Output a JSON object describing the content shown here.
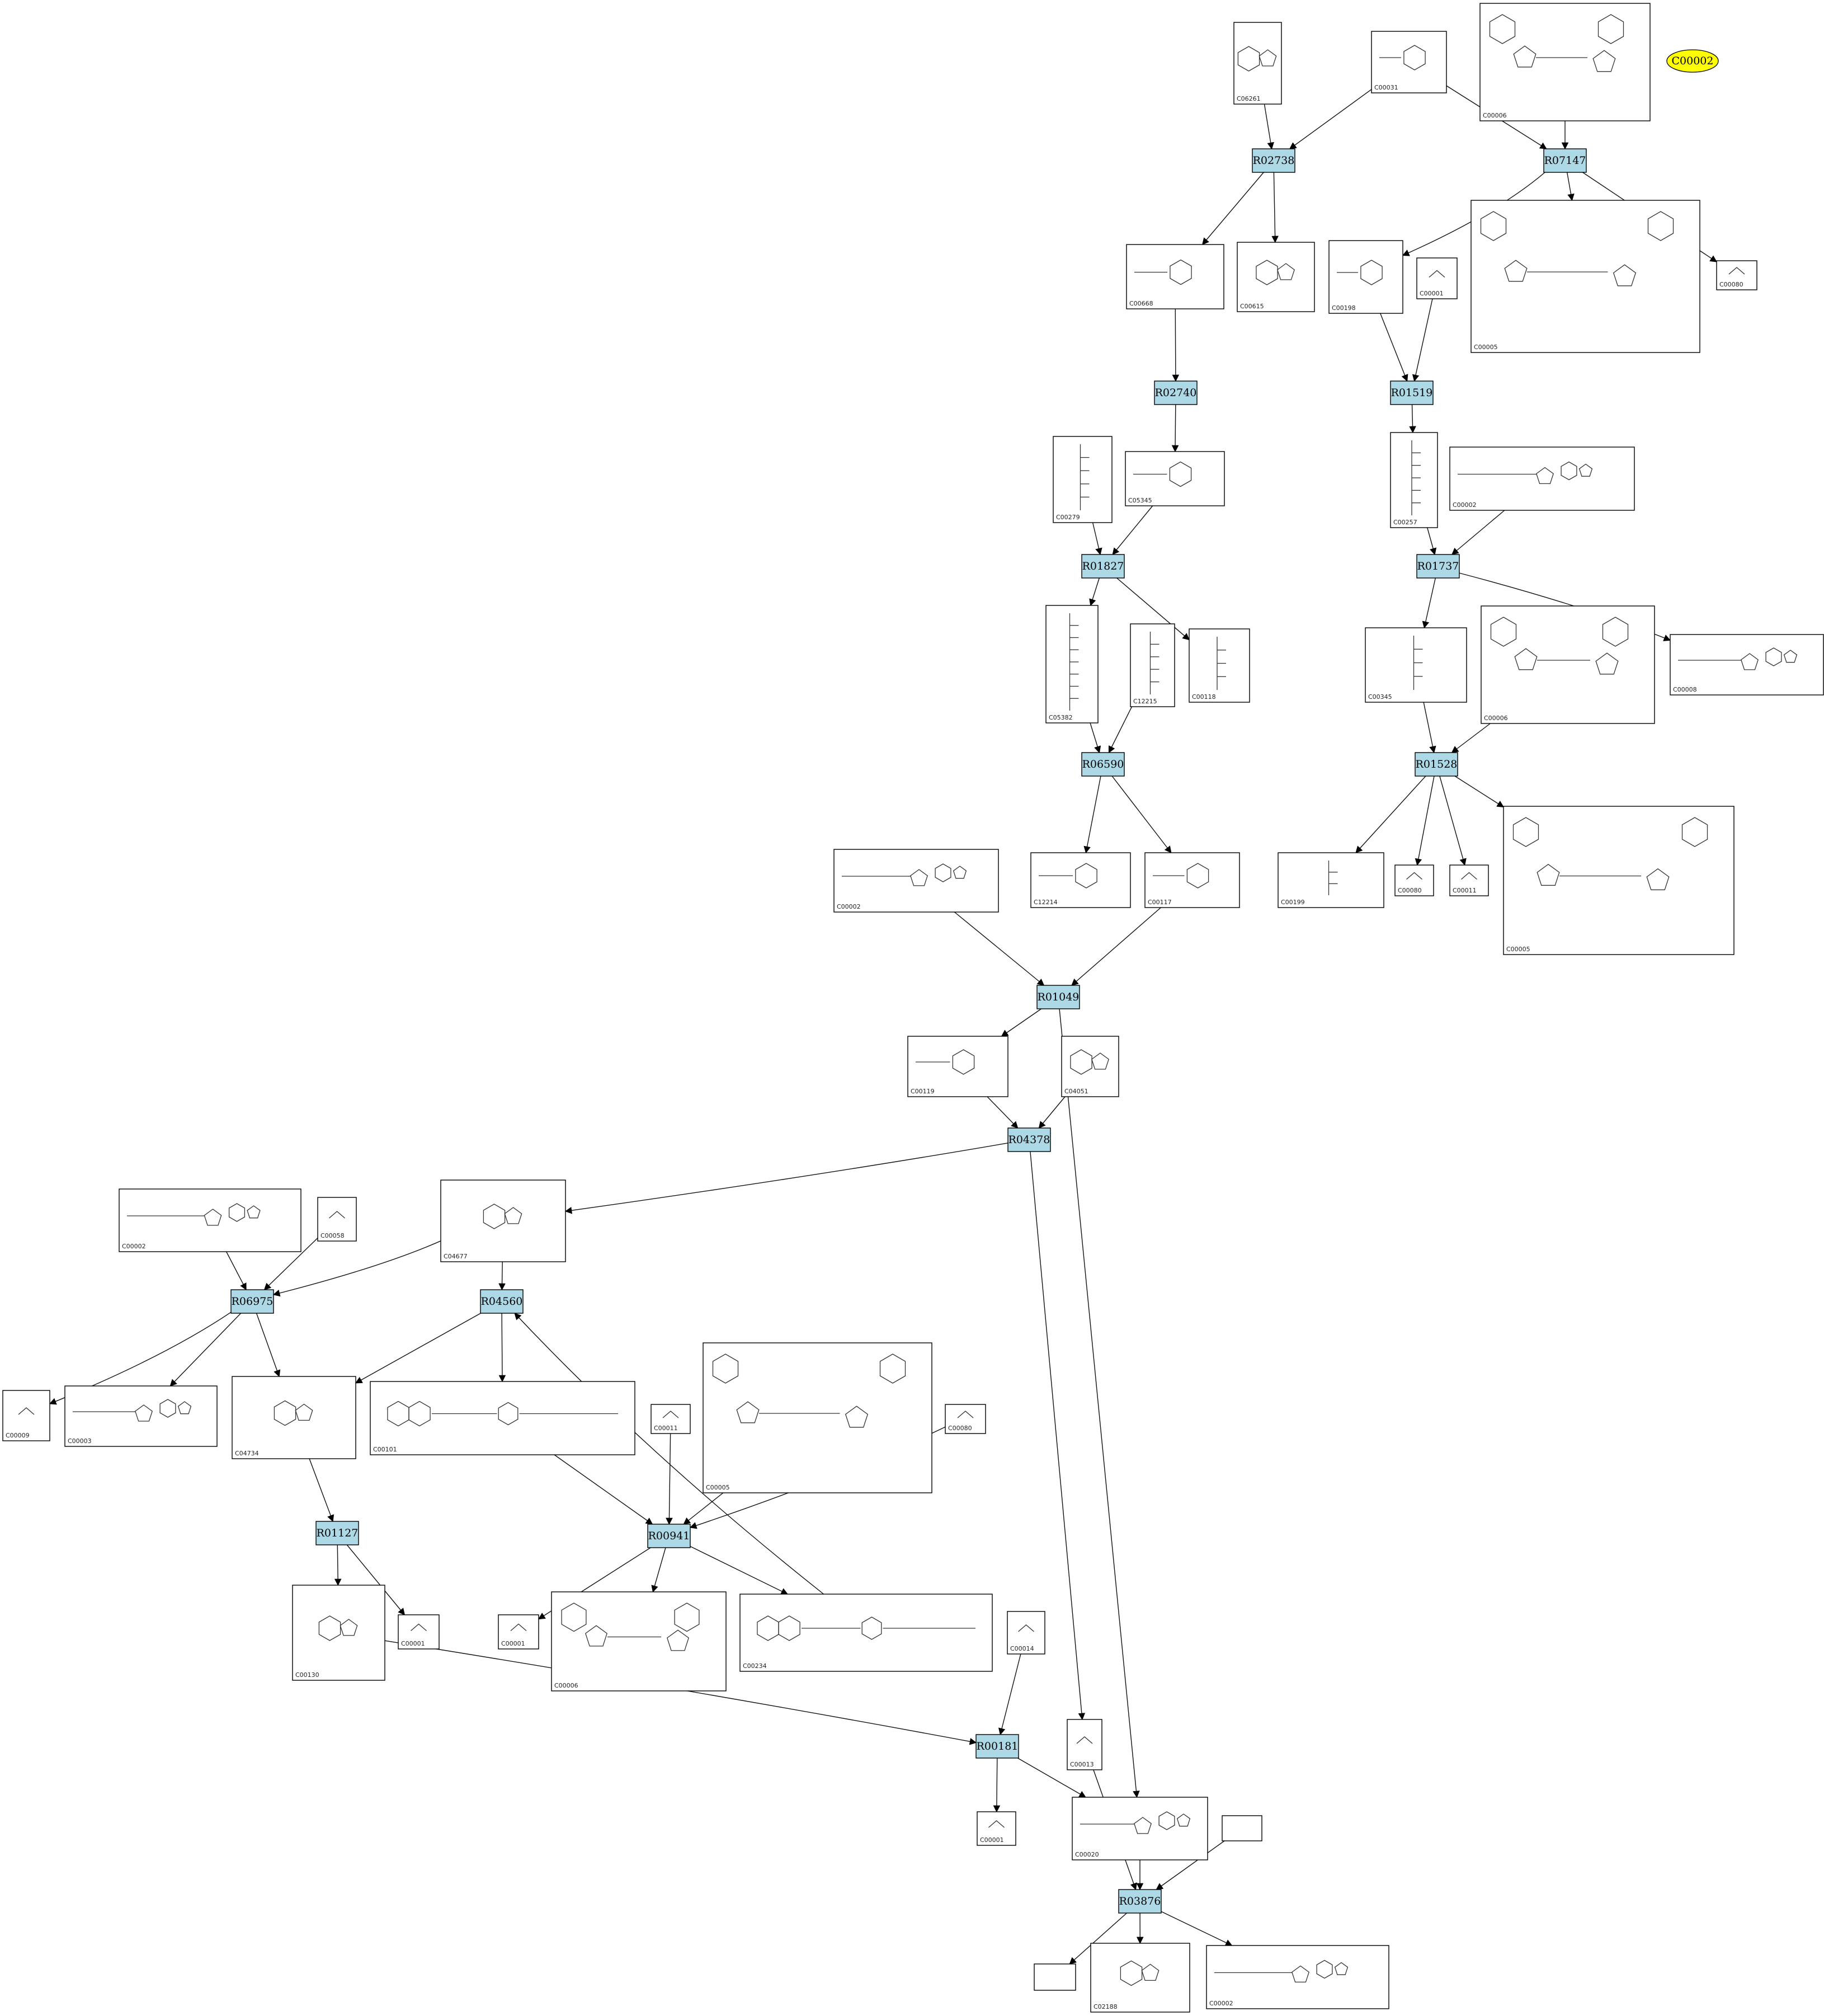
{
  "highlight": {
    "label": "C00002",
    "color": "#ffff00"
  },
  "colors": {
    "reaction_fill": "#add8e6",
    "reaction_stroke": "#000000",
    "compound_stroke": "#000000"
  },
  "reactions": [
    {
      "key": "R02738",
      "label": "R02738"
    },
    {
      "key": "R07147",
      "label": "R07147"
    },
    {
      "key": "R02740",
      "label": "R02740"
    },
    {
      "key": "R01519",
      "label": "R01519"
    },
    {
      "key": "R01827",
      "label": "R01827"
    },
    {
      "key": "R01737",
      "label": "R01737"
    },
    {
      "key": "R06590",
      "label": "R06590"
    },
    {
      "key": "R01528",
      "label": "R01528"
    },
    {
      "key": "R01049",
      "label": "R01049"
    },
    {
      "key": "R04378",
      "label": "R04378"
    },
    {
      "key": "R06975",
      "label": "R06975"
    },
    {
      "key": "R04560",
      "label": "R04560"
    },
    {
      "key": "R01127",
      "label": "R01127"
    },
    {
      "key": "R00941",
      "label": "R00941"
    },
    {
      "key": "R00181",
      "label": "R00181"
    },
    {
      "key": "R03876",
      "label": "R03876"
    }
  ],
  "compounds": [
    {
      "key": "c06261",
      "id": "C06261",
      "kind": "ring"
    },
    {
      "key": "c00031",
      "id": "C00031",
      "kind": "sugar"
    },
    {
      "key": "c00006a",
      "id": "C00006",
      "kind": "nad"
    },
    {
      "key": "c00668",
      "id": "C00668",
      "kind": "sugar"
    },
    {
      "key": "c00615",
      "id": "C00615",
      "kind": "ring"
    },
    {
      "key": "c00198",
      "id": "C00198",
      "kind": "sugar"
    },
    {
      "key": "c00001a",
      "id": "C00001",
      "kind": "small"
    },
    {
      "key": "c00005a",
      "id": "C00005",
      "kind": "nad"
    },
    {
      "key": "c00080a",
      "id": "C00080",
      "kind": "small"
    },
    {
      "key": "c00279",
      "id": "C00279",
      "kind": "chain"
    },
    {
      "key": "c05345",
      "id": "C05345",
      "kind": "sugar"
    },
    {
      "key": "c00257",
      "id": "C00257",
      "kind": "chain"
    },
    {
      "key": "c00002a",
      "id": "C00002",
      "kind": "atp"
    },
    {
      "key": "c05382",
      "id": "C05382",
      "kind": "chain"
    },
    {
      "key": "c12215",
      "id": "C12215",
      "kind": "chain"
    },
    {
      "key": "c00118",
      "id": "C00118",
      "kind": "chain"
    },
    {
      "key": "c00345",
      "id": "C00345",
      "kind": "chain"
    },
    {
      "key": "c00006b",
      "id": "C00006",
      "kind": "nad"
    },
    {
      "key": "c00008",
      "id": "C00008",
      "kind": "atp"
    },
    {
      "key": "c00002b",
      "id": "C00002",
      "kind": "atp"
    },
    {
      "key": "c12214",
      "id": "C12214",
      "kind": "sugar"
    },
    {
      "key": "c00117",
      "id": "C00117",
      "kind": "sugar"
    },
    {
      "key": "c00199",
      "id": "C00199",
      "kind": "chain"
    },
    {
      "key": "c00080b",
      "id": "C00080",
      "kind": "small"
    },
    {
      "key": "c00011a",
      "id": "C00011",
      "kind": "small"
    },
    {
      "key": "c00005b",
      "id": "C00005",
      "kind": "nad"
    },
    {
      "key": "c00119",
      "id": "C00119",
      "kind": "sugar"
    },
    {
      "key": "c04051",
      "id": "C04051",
      "kind": "ring"
    },
    {
      "key": "c00002c",
      "id": "C00002",
      "kind": "atp"
    },
    {
      "key": "c00058",
      "id": "C00058",
      "kind": "small"
    },
    {
      "key": "c04677",
      "id": "C04677",
      "kind": "ring"
    },
    {
      "key": "c00009",
      "id": "C00009",
      "kind": "small"
    },
    {
      "key": "c00003",
      "id": "C00003",
      "kind": "atp"
    },
    {
      "key": "c04734",
      "id": "C04734",
      "kind": "ring"
    },
    {
      "key": "c00101",
      "id": "C00101",
      "kind": "folate"
    },
    {
      "key": "c00011b",
      "id": "C00011",
      "kind": "small"
    },
    {
      "key": "c00005c",
      "id": "C00005",
      "kind": "nad"
    },
    {
      "key": "c00080c",
      "id": "C00080",
      "kind": "small"
    },
    {
      "key": "c00130",
      "id": "C00130",
      "kind": "ring"
    },
    {
      "key": "c00001b",
      "id": "C00001",
      "kind": "small"
    },
    {
      "key": "c00001c",
      "id": "C00001",
      "kind": "small"
    },
    {
      "key": "c00006c",
      "id": "C00006",
      "kind": "nad"
    },
    {
      "key": "c00234",
      "id": "C00234",
      "kind": "folate"
    },
    {
      "key": "c00014",
      "id": "C00014",
      "kind": "small"
    },
    {
      "key": "c00013",
      "id": "C00013",
      "kind": "small"
    },
    {
      "key": "c00001d",
      "id": "C00001",
      "kind": "small"
    },
    {
      "key": "c00020",
      "id": "C00020",
      "kind": "atp"
    },
    {
      "key": "blank1",
      "id": "",
      "kind": "empty"
    },
    {
      "key": "blank2",
      "id": "",
      "kind": "empty"
    },
    {
      "key": "c02188",
      "id": "C02188",
      "kind": "ring"
    },
    {
      "key": "c00002d",
      "id": "C00002",
      "kind": "atp"
    }
  ],
  "edges": [
    [
      "c06261",
      "R02738"
    ],
    [
      "c00031",
      "R02738"
    ],
    [
      "c00031",
      "R07147"
    ],
    [
      "c00006a",
      "R07147"
    ],
    [
      "R02738",
      "c00668"
    ],
    [
      "R02738",
      "c00615"
    ],
    [
      "R07147",
      "c00198"
    ],
    [
      "R07147",
      "c00005a"
    ],
    [
      "R07147",
      "c00080a"
    ],
    [
      "c00668",
      "R02740"
    ],
    [
      "R02740",
      "c05345"
    ],
    [
      "c00198",
      "R01519"
    ],
    [
      "c00001a",
      "R01519"
    ],
    [
      "R01519",
      "c00257"
    ],
    [
      "c00279",
      "R01827"
    ],
    [
      "c05345",
      "R01827"
    ],
    [
      "R01827",
      "c05382"
    ],
    [
      "R01827",
      "c00118"
    ],
    [
      "c00257",
      "R01737"
    ],
    [
      "c00002a",
      "R01737"
    ],
    [
      "R01737",
      "c00345"
    ],
    [
      "R01737",
      "c00008"
    ],
    [
      "c05382",
      "R06590"
    ],
    [
      "c12215",
      "R06590"
    ],
    [
      "R06590",
      "c12214"
    ],
    [
      "R06590",
      "c00117"
    ],
    [
      "c00345",
      "R01528"
    ],
    [
      "c00006b",
      "R01528"
    ],
    [
      "R01528",
      "c00199"
    ],
    [
      "R01528",
      "c00080b"
    ],
    [
      "R01528",
      "c00011a"
    ],
    [
      "R01528",
      "c00005b"
    ],
    [
      "c00002b",
      "R01049"
    ],
    [
      "c00117",
      "R01049"
    ],
    [
      "R01049",
      "c00119"
    ],
    [
      "R01049",
      "c00020"
    ],
    [
      "c00119",
      "R04378"
    ],
    [
      "c04051",
      "R04378"
    ],
    [
      "R04378",
      "c04677"
    ],
    [
      "R04378",
      "c00013"
    ],
    [
      "c00002c",
      "R06975"
    ],
    [
      "c00058",
      "R06975"
    ],
    [
      "c04677",
      "R06975"
    ],
    [
      "R06975",
      "c00009"
    ],
    [
      "R06975",
      "c00003"
    ],
    [
      "R06975",
      "c04734"
    ],
    [
      "c04677",
      "R04560"
    ],
    [
      "R04560",
      "c04734"
    ],
    [
      "R04560",
      "c00101"
    ],
    [
      "c04734",
      "R01127"
    ],
    [
      "R01127",
      "c00130"
    ],
    [
      "R01127",
      "c00001b"
    ],
    [
      "c00101",
      "R00941"
    ],
    [
      "c00011b",
      "R00941"
    ],
    [
      "c00005c",
      "R00941"
    ],
    [
      "c00080c",
      "R00941"
    ],
    [
      "R00941",
      "c00001c"
    ],
    [
      "R00941",
      "c00006c"
    ],
    [
      "R00941",
      "c00234"
    ],
    [
      "c00234",
      "R04560"
    ],
    [
      "c00130",
      "R00181"
    ],
    [
      "c00014",
      "R00181"
    ],
    [
      "R00181",
      "c00001d"
    ],
    [
      "R00181",
      "c00020"
    ],
    [
      "c00020",
      "R03876"
    ],
    [
      "blank1",
      "R03876"
    ],
    [
      "c00013",
      "R03876"
    ],
    [
      "R03876",
      "blank2"
    ],
    [
      "R03876",
      "c02188"
    ],
    [
      "R03876",
      "c00002d"
    ]
  ]
}
